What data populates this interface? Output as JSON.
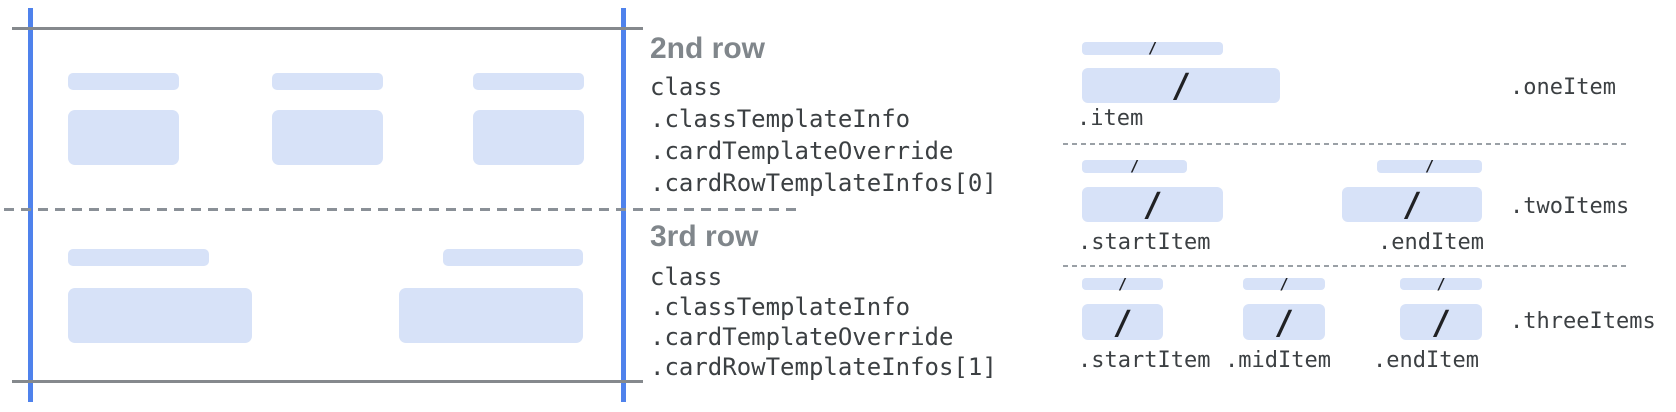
{
  "colors": {
    "accent_blue": "#4f82ec",
    "placeholder_blue": "#d7e2f8",
    "solid_line_gray": "#85898d",
    "dashed_line_gray": "#9aa0a6",
    "title_gray": "#80868b",
    "code_text": "#3c4043"
  },
  "annotations": {
    "second_row": {
      "title": "2nd row",
      "code_lines": [
        "class",
        ".classTemplateInfo",
        ".cardTemplateOverride",
        ".cardRowTemplateInfos[0]"
      ]
    },
    "third_row": {
      "title": "3rd row",
      "code_lines": [
        "class",
        ".classTemplateInfo",
        ".cardTemplateOverride",
        ".cardRowTemplateInfos[1]"
      ]
    }
  },
  "templates": {
    "slash_glyph": "/",
    "one_item": {
      "name": ".oneItem",
      "item_labels": [
        ".item"
      ]
    },
    "two_items": {
      "name": ".twoItems",
      "item_labels": [
        ".startItem",
        ".endItem"
      ]
    },
    "three_items": {
      "name": ".threeItems",
      "item_labels": [
        ".startItem",
        ".midItem",
        ".endItem"
      ]
    }
  }
}
